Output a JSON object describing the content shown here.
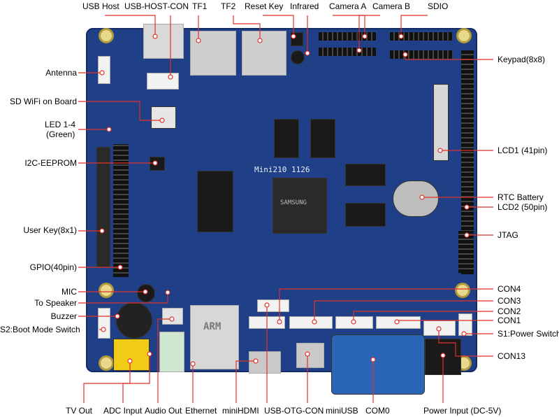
{
  "labels_top": {
    "usb_host": "USB Host",
    "usb_host_con": "USB-HOST-CON",
    "tf1": "TF1",
    "tf2": "TF2",
    "reset_key": "Reset Key",
    "infrared": "Infrared",
    "camera_a": "Camera A",
    "camera_b": "Camera B",
    "sdio": "SDIO"
  },
  "labels_left": {
    "antenna": "Antenna",
    "sd_wifi": "SD WiFi on Board",
    "led_1": "LED 1-4",
    "led_2": "(Green)",
    "i2c_eeprom": "I2C-EEPROM",
    "user_key": "User Key(8x1)",
    "gpio": "GPIO(40pin)",
    "mic": "MIC",
    "to_speaker": "To Speaker",
    "buzzer": "Buzzer",
    "boot_mode": "S2:Boot Mode Switch"
  },
  "labels_right": {
    "keypad": "Keypad(8x8)",
    "lcd1": "LCD1 (41pin)",
    "rtc_battery": "RTC Battery",
    "lcd2": "LCD2 (50pin)",
    "jtag": "JTAG",
    "con4": "CON4",
    "con3": "CON3",
    "con2": "CON2",
    "con1": "CON1",
    "power_switch": "S1:Power Switch",
    "con13": "CON13"
  },
  "labels_bottom": {
    "tv_out": "TV Out",
    "adc_input": "ADC Input",
    "audio_out": "Audio Out",
    "ethernet": "Ethernet",
    "minihdmi": "miniHDMI",
    "usb_otg_con": "USB-OTG-CON",
    "miniusb": "miniUSB",
    "com0": "COM0",
    "power_input": "Power Input (DC-5V)"
  },
  "board_silk": {
    "model": "Mini210 1126",
    "cpu_brand": "SAMSUNG",
    "arm_logo": "ARM"
  },
  "colors": {
    "pcb": "#1f3f86",
    "leader": "#e0302a",
    "dot": "#ffffff"
  }
}
